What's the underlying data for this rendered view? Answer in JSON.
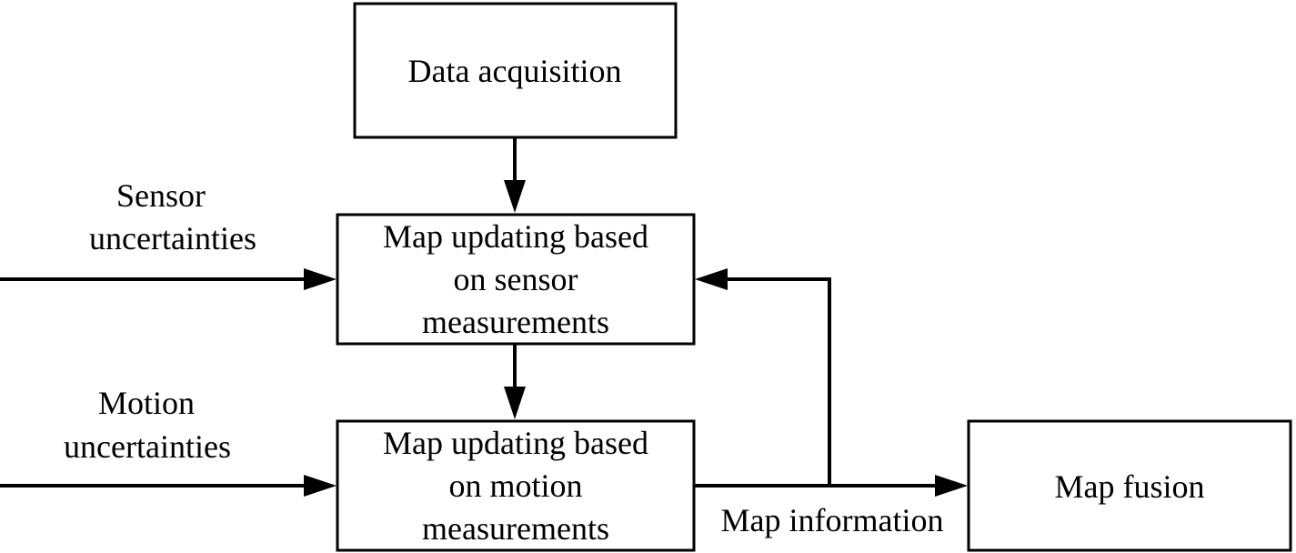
{
  "nodes": {
    "data_acquisition": [
      "Data acquisition"
    ],
    "map_update_sensor": [
      "Map updating based",
      "on sensor",
      "measurements"
    ],
    "map_update_motion": [
      "Map updating based",
      "on motion",
      "measurements"
    ],
    "map_fusion": [
      "Map fusion"
    ]
  },
  "labels": {
    "sensor_uncertainties": [
      "Sensor",
      "uncertainties"
    ],
    "motion_uncertainties": [
      "Motion",
      "uncertainties"
    ],
    "map_information": [
      "Map information"
    ]
  },
  "colors": {
    "stroke": "#000000",
    "fill": "#ffffff"
  }
}
